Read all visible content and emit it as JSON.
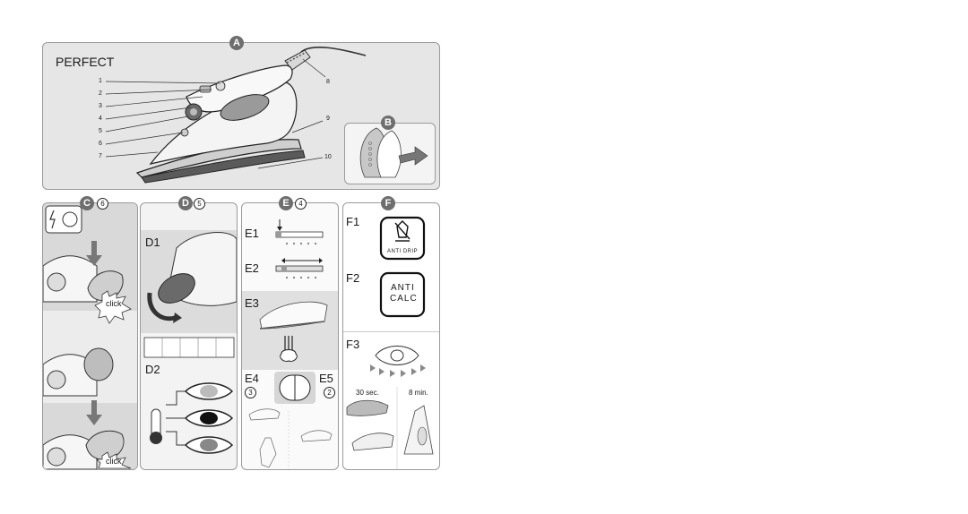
{
  "panel_a": {
    "badge": "A",
    "title": "PERFECT",
    "callouts": [
      "1",
      "2",
      "3",
      "4",
      "5",
      "6",
      "7",
      "8",
      "9",
      "10"
    ]
  },
  "panel_b": {
    "badge": "B"
  },
  "panel_c": {
    "badge": "C",
    "num": "6",
    "click1": "click",
    "click2": "click"
  },
  "panel_d": {
    "badge": "D",
    "num": "5",
    "d1": "D1",
    "d2": "D2"
  },
  "panel_e": {
    "badge": "E",
    "num": "4",
    "e1": "E1",
    "e2": "E2",
    "e3": "E3",
    "e4": "E4",
    "e5": "E5",
    "e4_num": "3",
    "e5_num": "2"
  },
  "panel_f": {
    "badge": "F",
    "f1": "F1",
    "f2": "F2",
    "f3": "F3",
    "anti_drip": "ANTI DRIP",
    "anti_calc_1": "ANTI",
    "anti_calc_2": "CALC",
    "time_1": "30 sec.",
    "time_2": "8 min."
  },
  "icons": [
    "arrow-icon",
    "thermometer-icon",
    "eye-icon",
    "lightning-icon"
  ]
}
